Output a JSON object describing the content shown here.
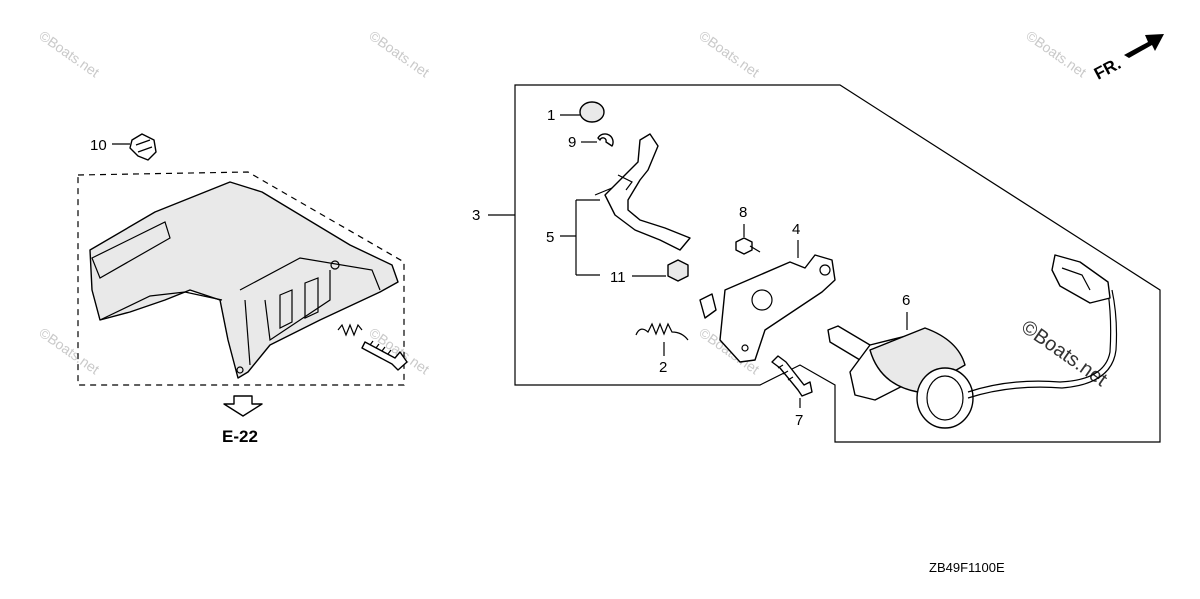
{
  "watermark": "©Boats.net",
  "direction_label": "FR.",
  "reference_label": "E-22",
  "diagram_code": "ZB49F1100E",
  "callouts": {
    "c1": "1",
    "c2": "2",
    "c3": "3",
    "c4": "4",
    "c5": "5",
    "c6": "6",
    "c7": "7",
    "c8": "8",
    "c9": "9",
    "c10": "10",
    "c11": "11"
  }
}
